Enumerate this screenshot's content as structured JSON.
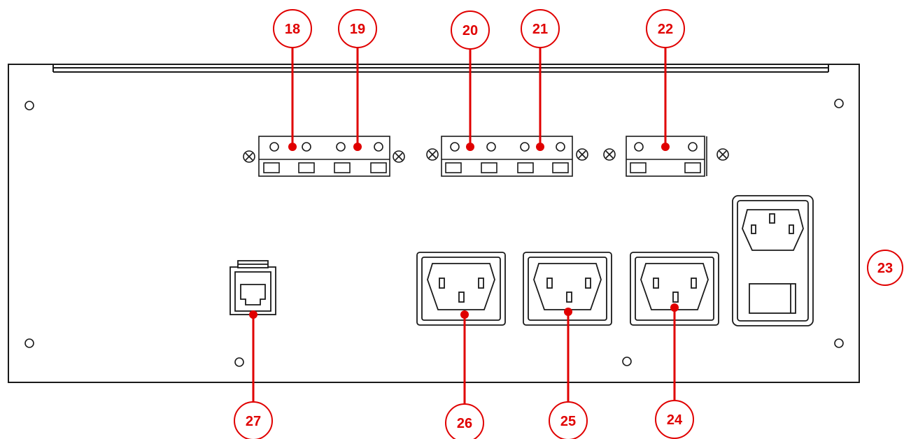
{
  "callouts": [
    {
      "label": "18",
      "part": "terminal-screw-18"
    },
    {
      "label": "19",
      "part": "terminal-screw-19"
    },
    {
      "label": "20",
      "part": "terminal-screw-20"
    },
    {
      "label": "21",
      "part": "terminal-screw-21"
    },
    {
      "label": "22",
      "part": "terminal-screw-22"
    },
    {
      "label": "23",
      "part": "inlet-with-switch"
    },
    {
      "label": "24",
      "part": "outlet-24"
    },
    {
      "label": "25",
      "part": "outlet-25"
    },
    {
      "label": "26",
      "part": "outlet-26"
    },
    {
      "label": "27",
      "part": "rj-port"
    }
  ],
  "colors": {
    "callout": "#e00000",
    "outline": "#1a1a1a",
    "background": "#ffffff"
  }
}
